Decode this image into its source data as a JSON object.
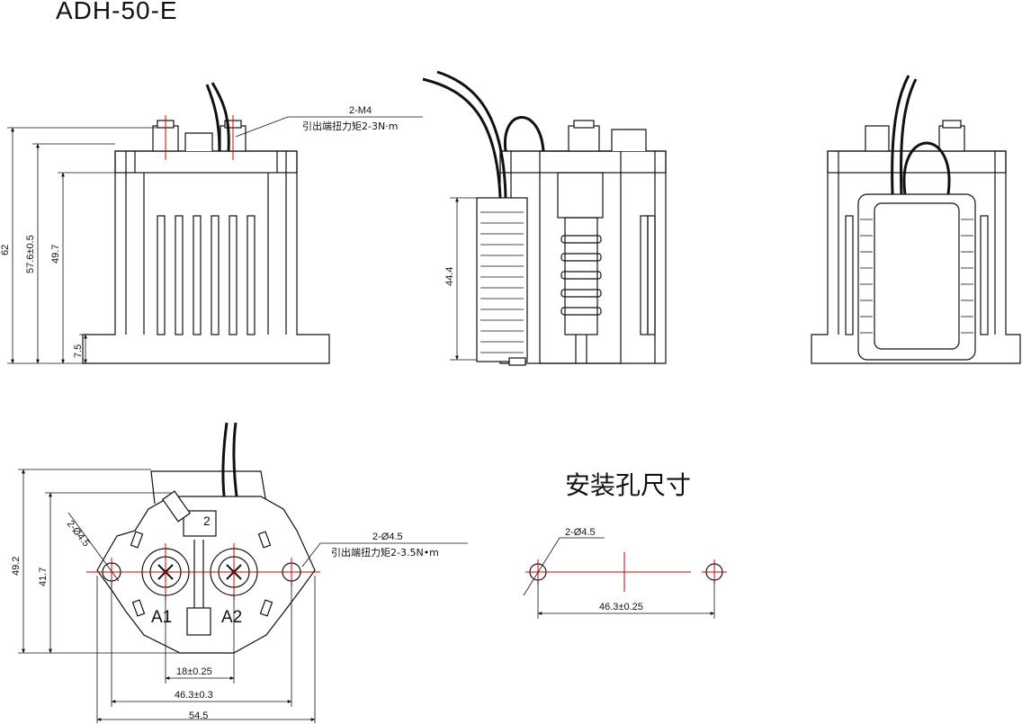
{
  "title": "ADH-50-E",
  "front_view": {
    "note_thread": "2-M4",
    "note_torque": "引出端扭力矩2-3N·m",
    "dims": {
      "total_height": "62",
      "body_height": "57.6±0.5",
      "housing_height": "49.7",
      "flange_height": "7.5"
    }
  },
  "side_view": {
    "coil_height": "44.4"
  },
  "bottom_view": {
    "note_holes": "2-Ø4.5",
    "note_torque": "引出端扭力矩2-3.5N•m",
    "hole_label_diag": "2-Ø4.5",
    "label_a1": "A1",
    "label_a2": "A2",
    "badge": "2",
    "dims": {
      "height_outer": "49.2",
      "height_inner": "41.7",
      "terminal_spacing": "18±0.25",
      "hole_spacing": "46.3±0.3",
      "overall_width": "54.5"
    }
  },
  "mounting_holes": {
    "title": "安装孔尺寸",
    "note_holes": "2-Ø4.5",
    "hole_spacing": "46.3±0.25"
  }
}
